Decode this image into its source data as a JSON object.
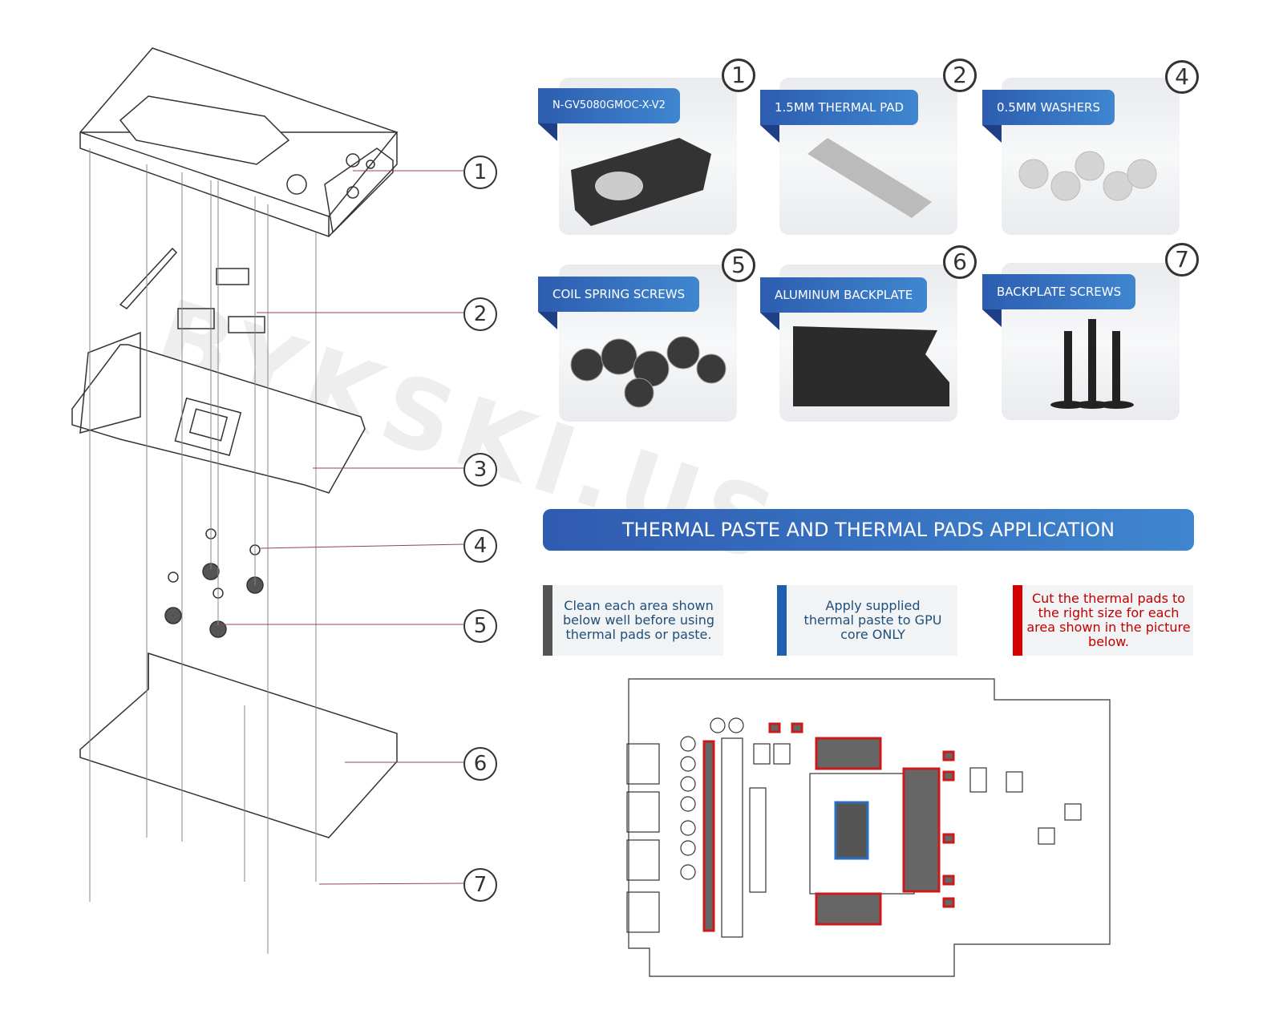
{
  "exploded_view": {
    "callouts": [
      "1",
      "2",
      "3",
      "4",
      "5",
      "6",
      "7"
    ]
  },
  "parts": [
    {
      "number": "1",
      "label": "N-GV5080GMOC-X-V2",
      "image": "water-block"
    },
    {
      "number": "2",
      "label": "1.5MM THERMAL PAD",
      "image": "thermal-pads"
    },
    {
      "number": "4",
      "label": "0.5MM WASHERS",
      "image": "washers"
    },
    {
      "number": "5",
      "label": "COIL SPRING SCREWS",
      "image": "spring-screws"
    },
    {
      "number": "6",
      "label": "ALUMINUM BACKPLATE",
      "image": "backplate"
    },
    {
      "number": "7",
      "label": "BACKPLATE SCREWS",
      "image": "backplate-screws"
    }
  ],
  "section_title": "THERMAL PASTE AND THERMAL PADS APPLICATION",
  "notes": [
    {
      "text": "Clean each area shown below well before using thermal pads or paste.",
      "color": "#555555",
      "text_color": "#1d4f7a"
    },
    {
      "text": "Apply supplied thermal paste to GPU core ONLY",
      "color": "#1f5fb0",
      "text_color": "#1d4f7a"
    },
    {
      "text": "Cut the thermal pads to the right size for each area shown in the picture below.",
      "color": "#d40000",
      "text_color": "#c00000"
    }
  ],
  "colors": {
    "accent": "#3a70c4",
    "pad": "#cc1a1a",
    "core": "#2a6fc0"
  },
  "watermark": "BYKSKI.US"
}
